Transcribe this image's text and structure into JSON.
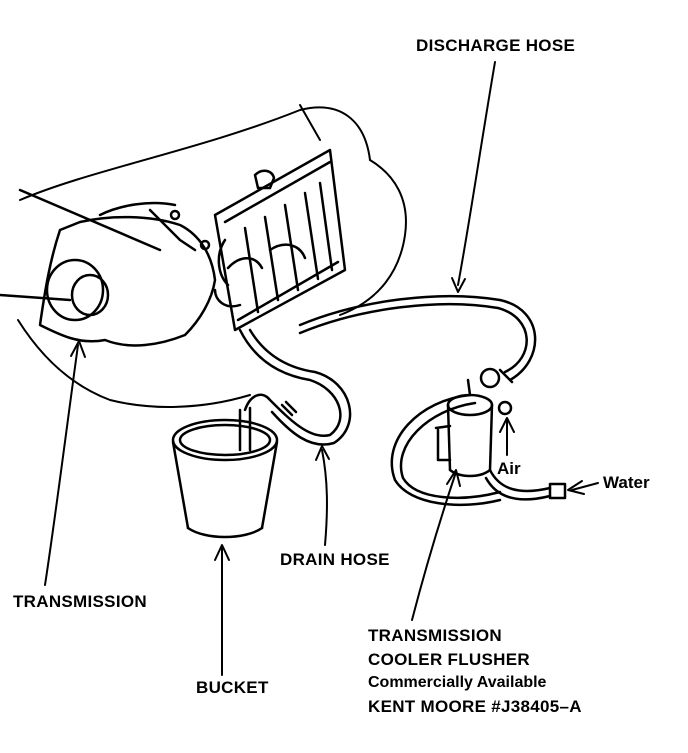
{
  "labels": {
    "discharge_hose": "DISCHARGE HOSE",
    "drain_hose": "DRAIN HOSE",
    "transmission": "TRANSMISSION",
    "bucket": "BUCKET",
    "air": "Air",
    "water": "Water",
    "flusher_line1": "TRANSMISSION",
    "flusher_line2": "COOLER FLUSHER",
    "flusher_line3": "Commercially Available",
    "flusher_line4": "KENT MOORE #J38405–A"
  }
}
